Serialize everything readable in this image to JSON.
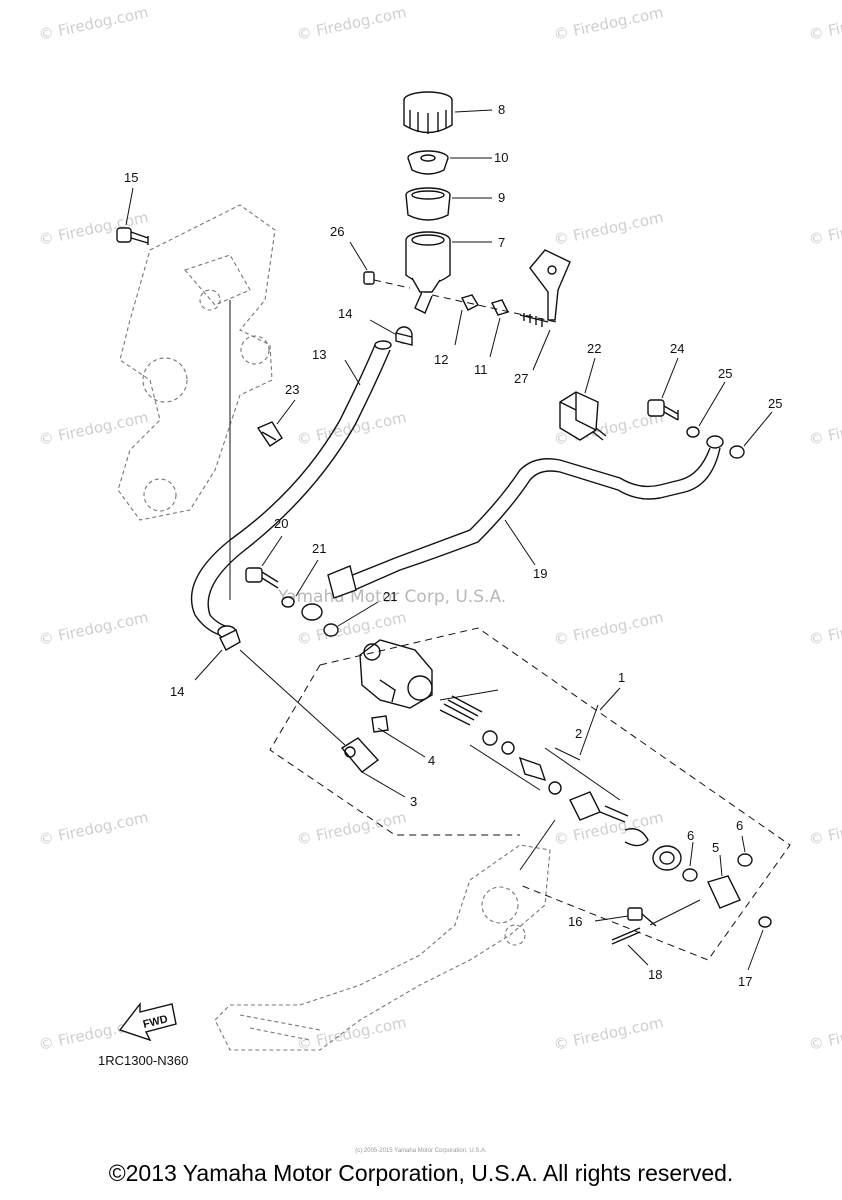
{
  "watermark": "© Firedog.com",
  "watermark2": "Yamaha Motor Corp, U.S.A.",
  "diagram_code": "1RC1300-N360",
  "fwd_label": "FWD",
  "parts": [
    "1",
    "2",
    "3",
    "4",
    "5",
    "6",
    "6",
    "7",
    "8",
    "9",
    "10",
    "11",
    "12",
    "13",
    "14",
    "14",
    "15",
    "16",
    "17",
    "18",
    "19",
    "20",
    "21",
    "21",
    "22",
    "23",
    "24",
    "25",
    "25",
    "26",
    "27"
  ],
  "footer_small": "(c) 2005-2015 Yamaha Motor Corporation, U.S.A.",
  "footer": "©2013 Yamaha Motor Corporation, U.S.A. All rights reserved."
}
